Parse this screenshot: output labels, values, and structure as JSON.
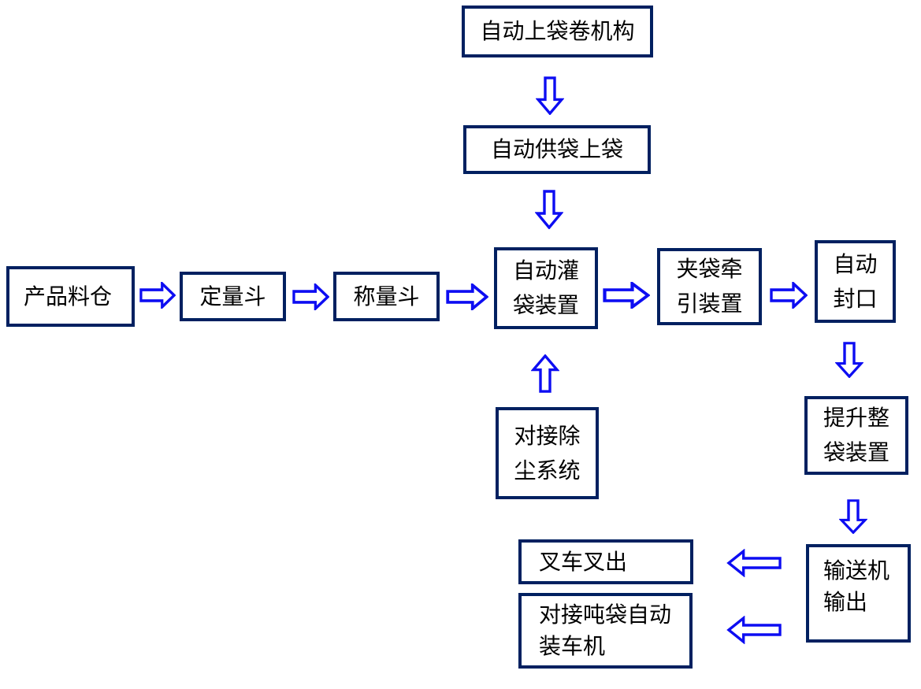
{
  "diagram": {
    "type": "flowchart",
    "subject": "automatic-bagging-line-process",
    "colors": {
      "box_border": "#002060",
      "arrow_stroke": "#0d0df2",
      "text": "#000000",
      "background": "#ffffff"
    },
    "nodes": {
      "bag_roll_mechanism": {
        "label": "自动上袋卷机构"
      },
      "bag_supply": {
        "label": "自动供袋上袋"
      },
      "product_silo": {
        "label": "产品料仓"
      },
      "dosing_hopper": {
        "label": "定量斗"
      },
      "weighing_hopper": {
        "label": "称量斗"
      },
      "auto_filling": {
        "line1": "自动灌",
        "line2": "袋装置"
      },
      "bag_clamp_traction": {
        "line1": "夹袋牵",
        "line2": "引装置"
      },
      "auto_sealing": {
        "line1": "自动",
        "line2": "封口"
      },
      "dust_removal": {
        "line1": "对接除",
        "line2": "尘系统"
      },
      "bag_lifting": {
        "line1": "提升整",
        "line2": "袋装置"
      },
      "conveyor_output": {
        "line1": "输送机",
        "line2": "输出"
      },
      "forklift_out": {
        "label": "叉车叉出"
      },
      "ton_bag_truck_loader": {
        "line1": "对接吨袋自动",
        "line2": "装车机"
      }
    },
    "edges": [
      {
        "from": "自动上袋卷机构",
        "to": "自动供袋上袋",
        "direction": "down"
      },
      {
        "from": "自动供袋上袋",
        "to": "自动灌袋装置",
        "direction": "down"
      },
      {
        "from": "产品料仓",
        "to": "定量斗",
        "direction": "right"
      },
      {
        "from": "定量斗",
        "to": "称量斗",
        "direction": "right"
      },
      {
        "from": "称量斗",
        "to": "自动灌袋装置",
        "direction": "right"
      },
      {
        "from": "自动灌袋装置",
        "to": "夹袋牵引装置",
        "direction": "right"
      },
      {
        "from": "夹袋牵引装置",
        "to": "自动封口",
        "direction": "right"
      },
      {
        "from": "对接除尘系统",
        "to": "自动灌袋装置",
        "direction": "up"
      },
      {
        "from": "自动封口",
        "to": "提升整袋装置",
        "direction": "down"
      },
      {
        "from": "提升整袋装置",
        "to": "输送机输出",
        "direction": "down"
      },
      {
        "from": "输送机输出",
        "to": "叉车叉出",
        "direction": "left"
      },
      {
        "from": "输送机输出",
        "to": "对接吨袋自动装车机",
        "direction": "left"
      }
    ]
  }
}
